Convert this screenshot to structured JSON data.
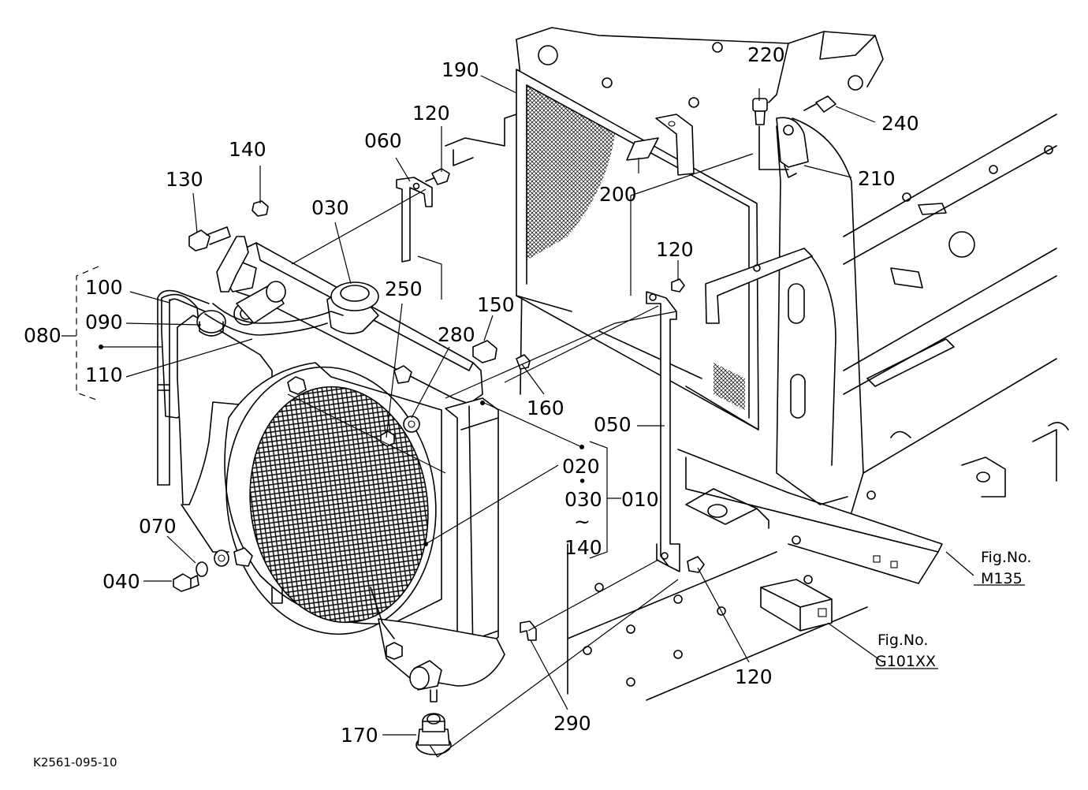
{
  "drawing_code": "K2561-095-10",
  "part_labels": [
    {
      "id": "190",
      "text": "190"
    },
    {
      "id": "220",
      "text": "220"
    },
    {
      "id": "240",
      "text": "240"
    },
    {
      "id": "120a",
      "text": "120"
    },
    {
      "id": "060",
      "text": "060"
    },
    {
      "id": "140",
      "text": "140"
    },
    {
      "id": "130",
      "text": "130"
    },
    {
      "id": "200",
      "text": "200"
    },
    {
      "id": "210",
      "text": "210"
    },
    {
      "id": "030a",
      "text": "030"
    },
    {
      "id": "100",
      "text": "100"
    },
    {
      "id": "090",
      "text": "090"
    },
    {
      "id": "080",
      "text": "080"
    },
    {
      "id": "110",
      "text": "110"
    },
    {
      "id": "250",
      "text": "250"
    },
    {
      "id": "120b",
      "text": "120"
    },
    {
      "id": "150",
      "text": "150"
    },
    {
      "id": "280",
      "text": "280"
    },
    {
      "id": "160",
      "text": "160"
    },
    {
      "id": "050",
      "text": "050"
    },
    {
      "id": "020",
      "text": "020"
    },
    {
      "id": "030b",
      "text": "030"
    },
    {
      "id": "010",
      "text": "010"
    },
    {
      "id": "140b",
      "text": "140"
    },
    {
      "id": "070",
      "text": "070"
    },
    {
      "id": "040",
      "text": "040"
    },
    {
      "id": "120c",
      "text": "120"
    },
    {
      "id": "290",
      "text": "290"
    },
    {
      "id": "170",
      "text": "170"
    }
  ],
  "range_marks": {
    "dot": "•",
    "tilde": "~"
  },
  "figure_refs": [
    {
      "id": "m135",
      "title": "Fig.No.",
      "code": "M135"
    },
    {
      "id": "g101xx",
      "title": "Fig.No.",
      "code": "G101XX"
    }
  ]
}
